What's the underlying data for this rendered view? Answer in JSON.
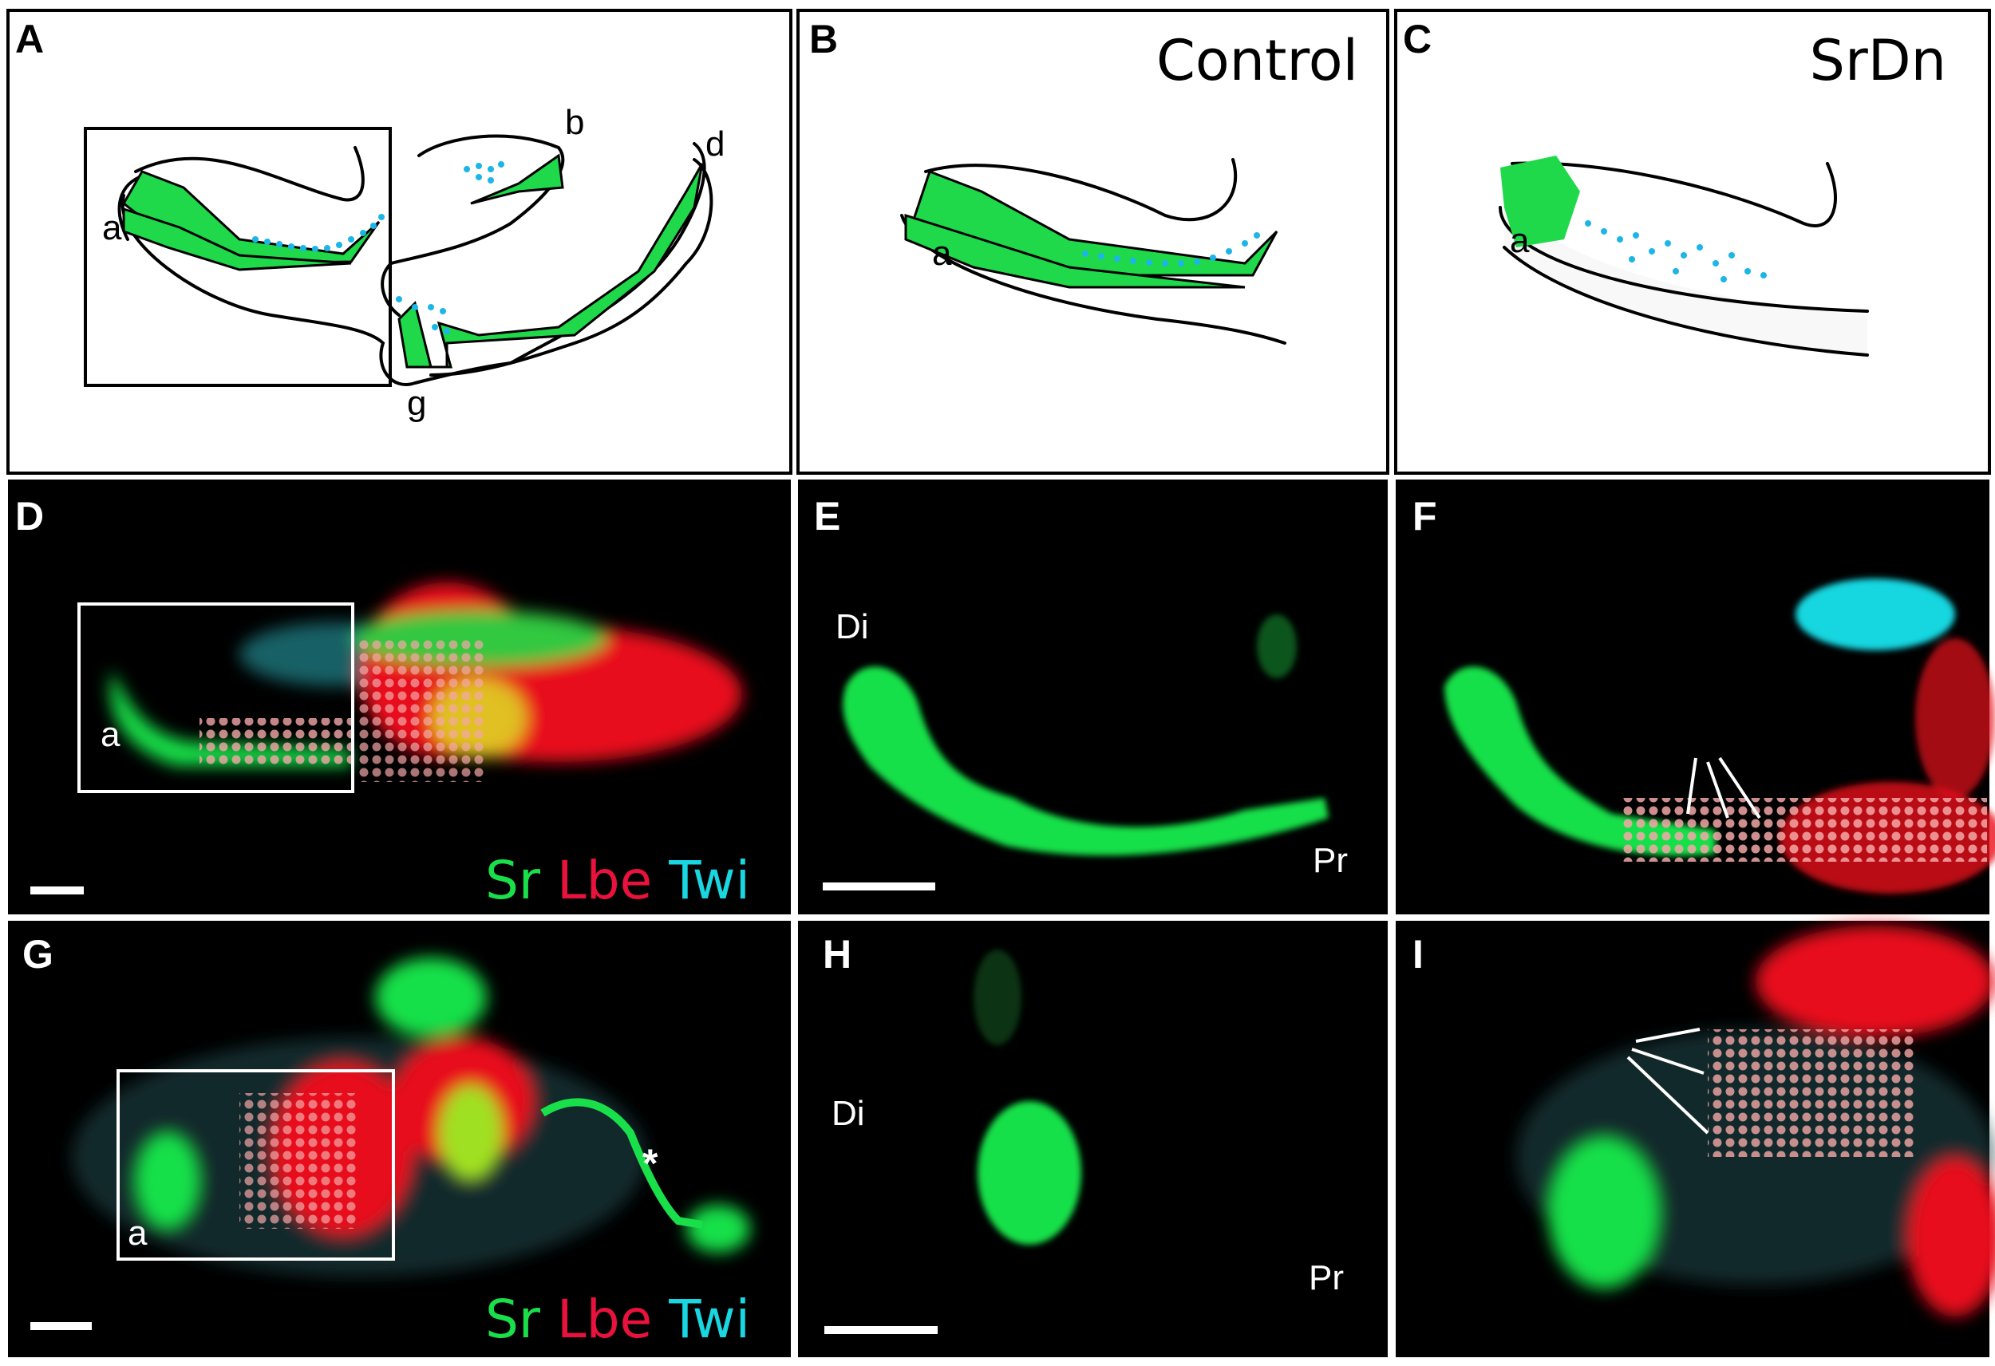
{
  "panels": {
    "A": {
      "label": "A",
      "sublabels": {
        "a": "a",
        "b": "b",
        "d": "d",
        "g": "g"
      }
    },
    "B": {
      "label": "B",
      "title": "Control",
      "sublabel": "a"
    },
    "C": {
      "label": "C",
      "title": "SrDn",
      "sublabel": "a"
    },
    "D": {
      "label": "D",
      "sublabel": "a"
    },
    "E": {
      "label": "E",
      "distal": "Di",
      "proximal": "Pr"
    },
    "F": {
      "label": "F"
    },
    "G": {
      "label": "G",
      "sublabel": "a",
      "asterisk": "*"
    },
    "H": {
      "label": "H",
      "distal": "Di",
      "proximal": "Pr"
    },
    "I": {
      "label": "I"
    }
  },
  "legend": {
    "sr": "Sr",
    "lbe": "Lbe",
    "twi": "Twi"
  },
  "colors": {
    "sr": "#19e04a",
    "lbe": "#e8123c",
    "twi": "#19d6e0",
    "schematic_green": "#1fd94a",
    "schematic_dots": "#1cb6e6"
  }
}
